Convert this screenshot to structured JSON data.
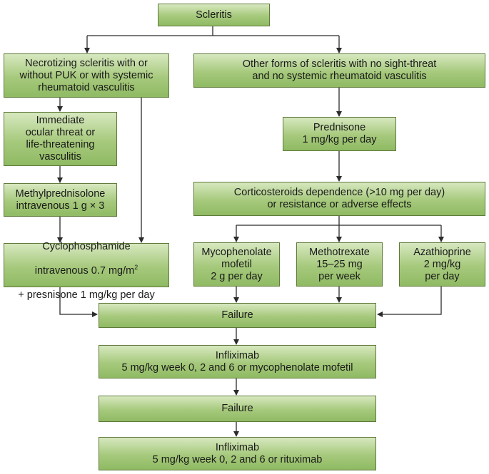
{
  "nodes": {
    "scleritis": "Scleritis",
    "necrotizing": "Necrotizing scleritis with or\nwithout PUK or with systemic\nrheumatoid vasculitis",
    "other_forms": "Other forms of scleritis with no sight-threat\nand no systemic rheumatoid vasculitis",
    "immediate_threat": "Immediate\nocular threat or\nlife-threatening\nvasculitis",
    "prednisone": "Prednisone\n1 mg/kg per day",
    "methylprednisolone": "Methylprednisolone\nintravenous 1 g × 3",
    "cortico_dependence": "Corticosteroids dependence (>10 mg per day)\nor resistance or adverse effects",
    "cyclophosphamide_line1": "Cyclophosphamide",
    "cyclophosphamide_line2a": "intravenous 0.7 mg/m",
    "cyclophosphamide_sup": "2",
    "cyclophosphamide_line3": "+ presnisone 1 mg/kg per day",
    "mycophenolate": "Mycophenolate\nmofetil\n2 g per day",
    "methotrexate": "Methotrexate\n15–25 mg\nper week",
    "azathioprine": "Azathioprine\n2 mg/kg\nper day",
    "failure1": "Failure",
    "infliximab1": "Infliximab\n5 mg/kg week 0, 2 and 6 or mycophenolate mofetil",
    "failure2": "Failure",
    "infliximab2": "Infliximab\n5 mg/kg week 0, 2 and 6 or rituximab"
  }
}
